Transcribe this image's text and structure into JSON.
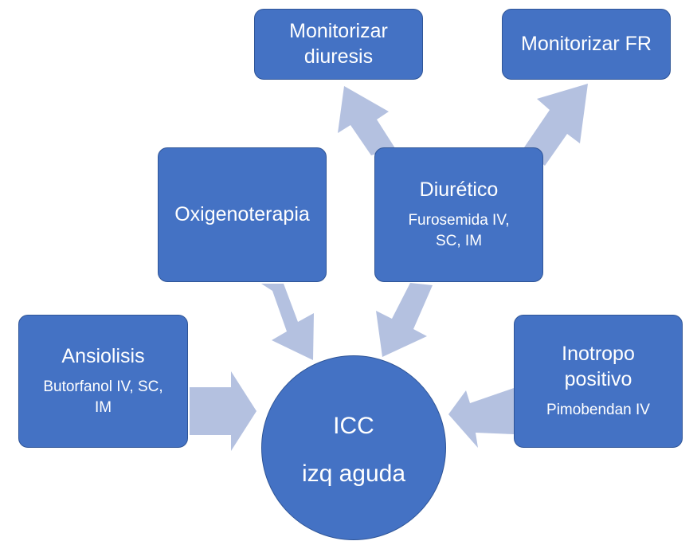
{
  "colors": {
    "node_fill": "#4472c4",
    "node_border": "#2f5597",
    "arrow_fill": "#b4c1e0",
    "text": "#ffffff"
  },
  "center": {
    "line1": "ICC",
    "line2": "izq aguda"
  },
  "nodes": {
    "ansiolisis": {
      "title": "Ansiolisis",
      "subtitle": "Butorfanol IV, SC,\nIM"
    },
    "oxigenoterapia": {
      "title": "Oxigenoterapia"
    },
    "diuretico": {
      "title": "Diurético",
      "subtitle": "Furosemida IV,\nSC, IM"
    },
    "inotropo": {
      "title": "Inotropo\npositivo",
      "subtitle": "Pimobendan IV"
    },
    "monitorizar_diuresis": {
      "title": "Monitorizar\ndiuresis"
    },
    "monitorizar_fr": {
      "title": "Monitorizar FR"
    }
  }
}
